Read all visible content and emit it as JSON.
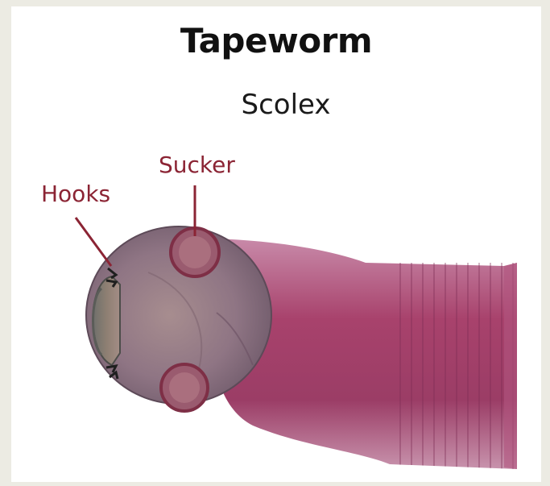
{
  "title": "Tapeworm",
  "subtitle": "Scolex",
  "labels": {
    "sucker": "Sucker",
    "hooks": "Hooks"
  },
  "colors": {
    "label_text": "#8b2434",
    "body_pink": "#b0517a",
    "scolex_gray": "#8c7e86"
  }
}
